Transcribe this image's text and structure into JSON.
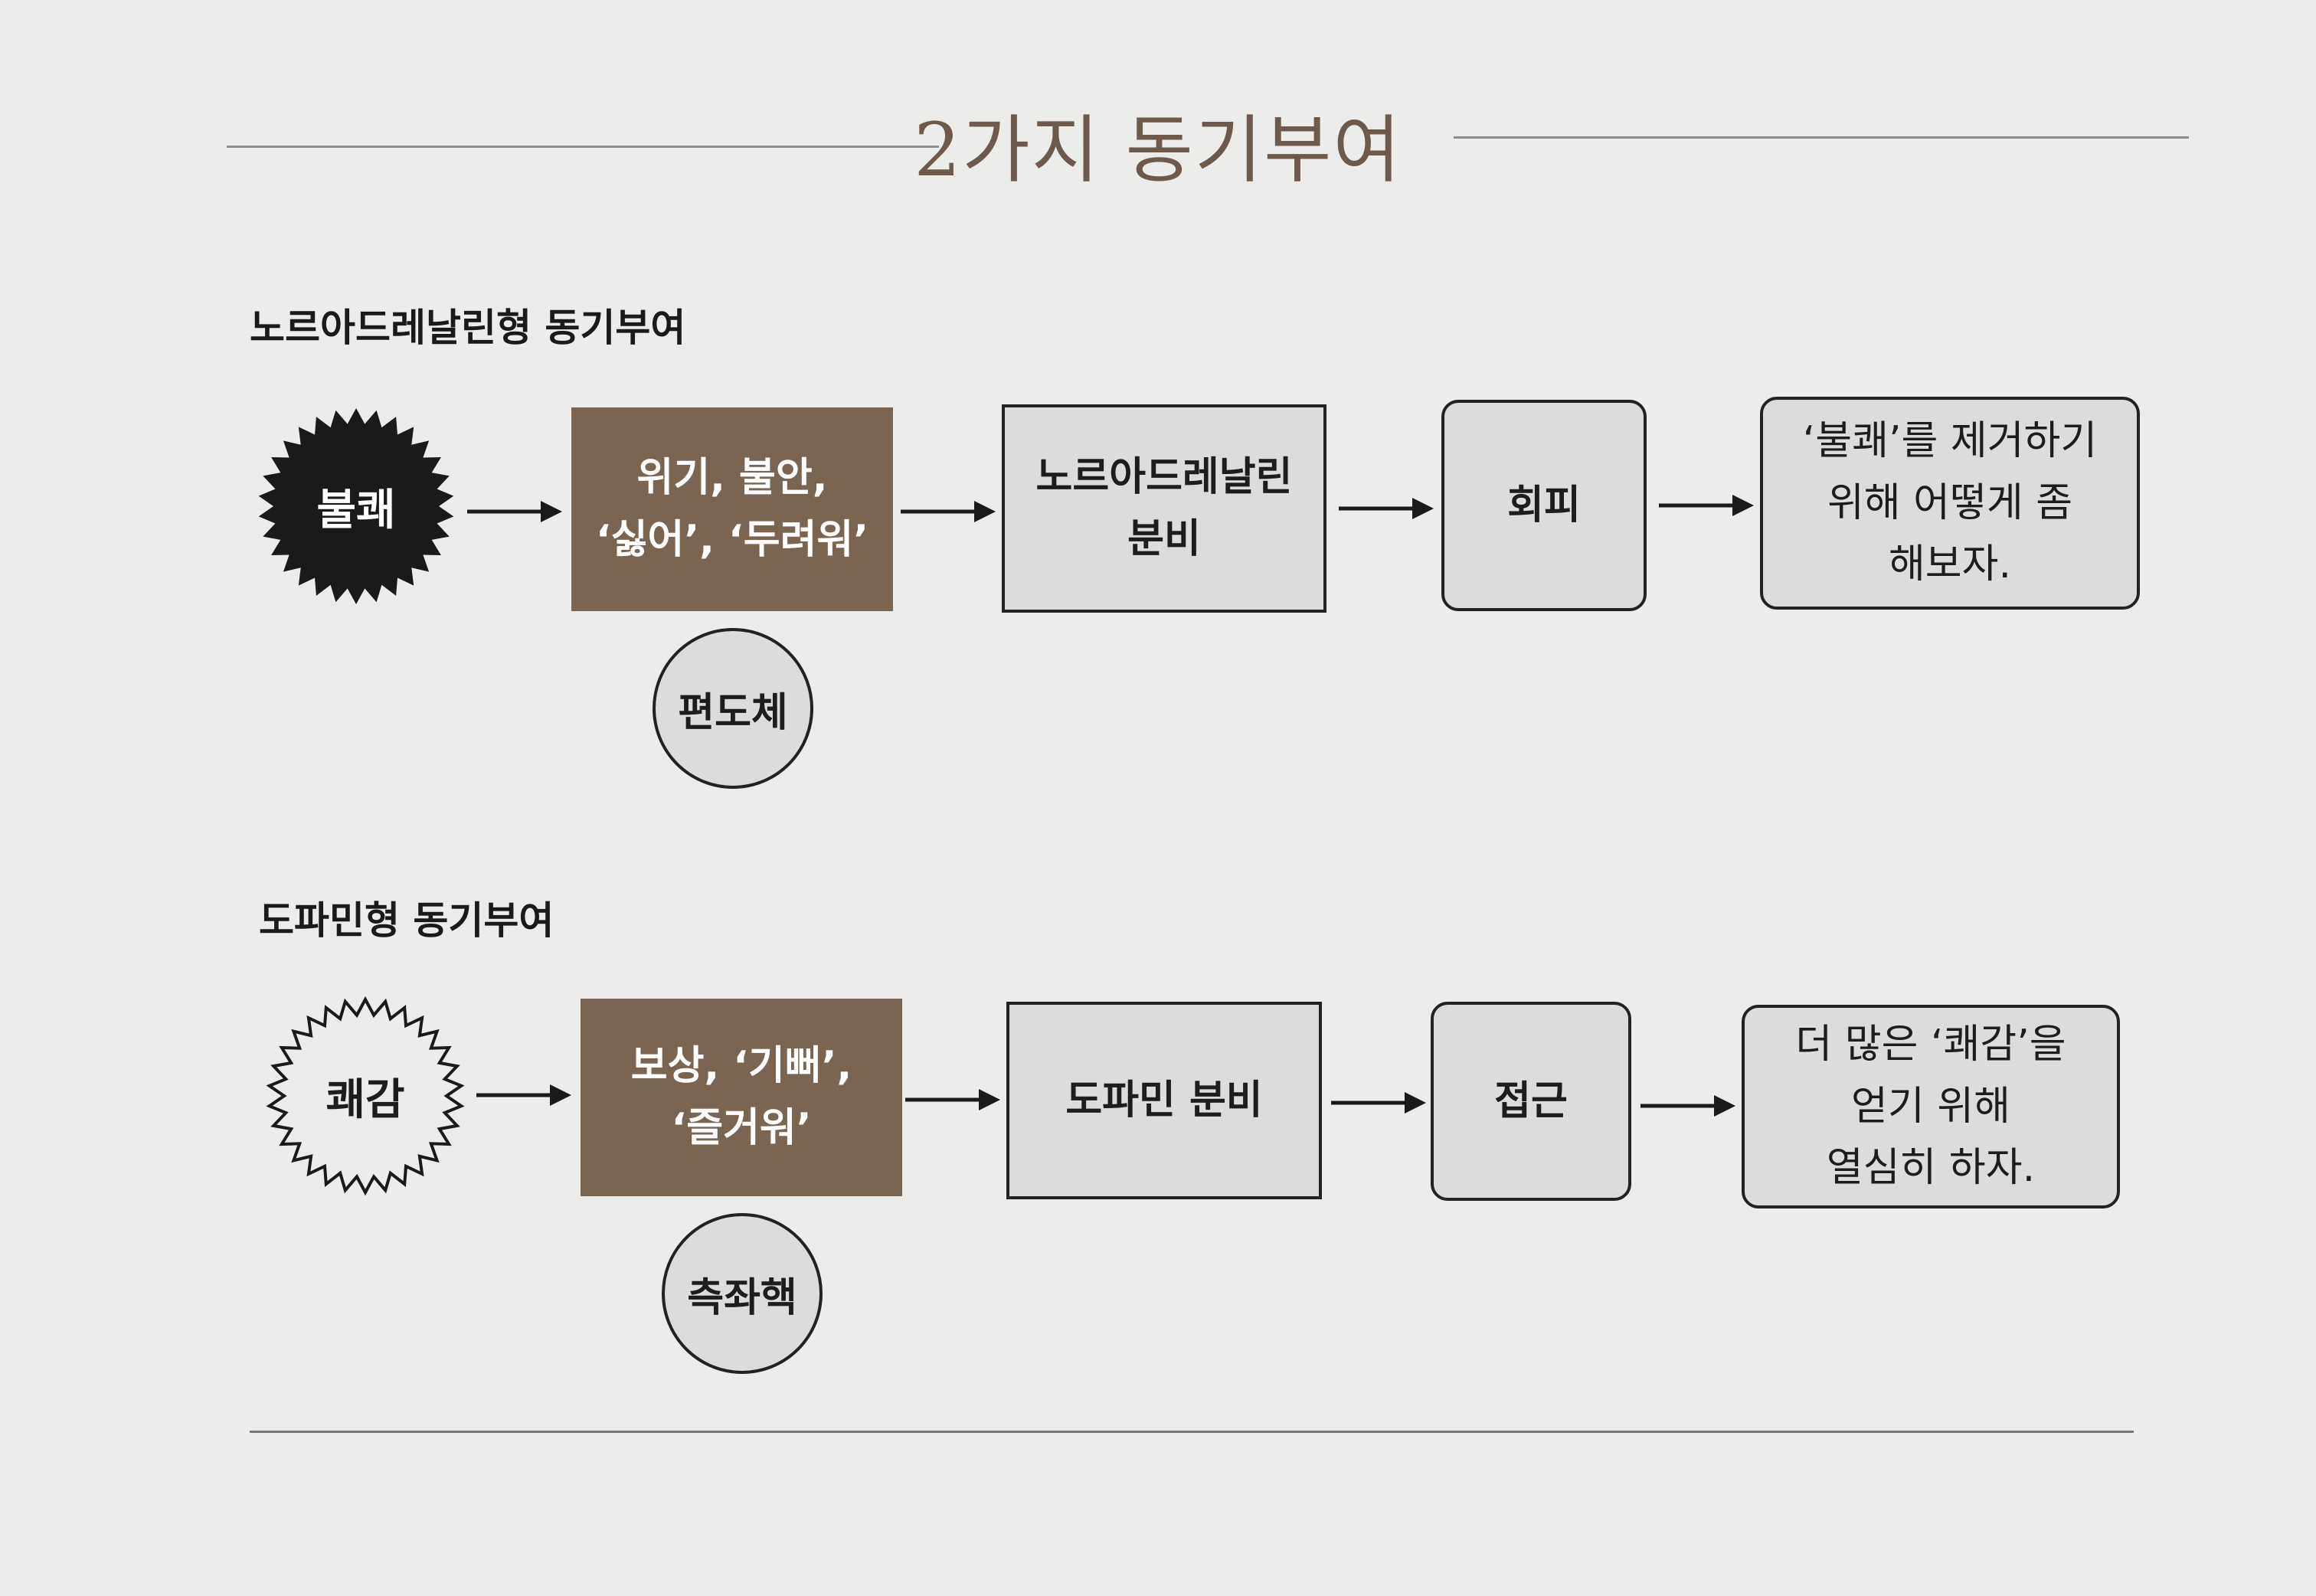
{
  "title": "2가지 동기부여",
  "sections": [
    {
      "label": "노르아드레날린형 동기부여",
      "trigger": "불쾌",
      "emotion": [
        "위기, 불안,",
        "‘싫어’, ‘두려워’"
      ],
      "brain_region": "편도체",
      "hormone": [
        "노르아드레날린",
        "분비"
      ],
      "action": "회피",
      "result": [
        "‘불쾌’를 제거하기",
        "위해 어떻게 좀",
        "해보자."
      ]
    },
    {
      "label": "도파민형 동기부여",
      "trigger": "쾌감",
      "emotion": [
        "보상, ‘기뻐’,",
        "‘즐거워’"
      ],
      "brain_region": "측좌핵",
      "hormone": [
        "도파민 분비"
      ],
      "action": "접근",
      "result": [
        "더 많은 ‘쾌감’을",
        "얻기 위해",
        "열심히 하자."
      ]
    }
  ],
  "colors": {
    "brown": "#7a6553",
    "gray_fill": "#dcdcdc",
    "dark": "#1a1a1a",
    "title": "#6e5a4d"
  }
}
